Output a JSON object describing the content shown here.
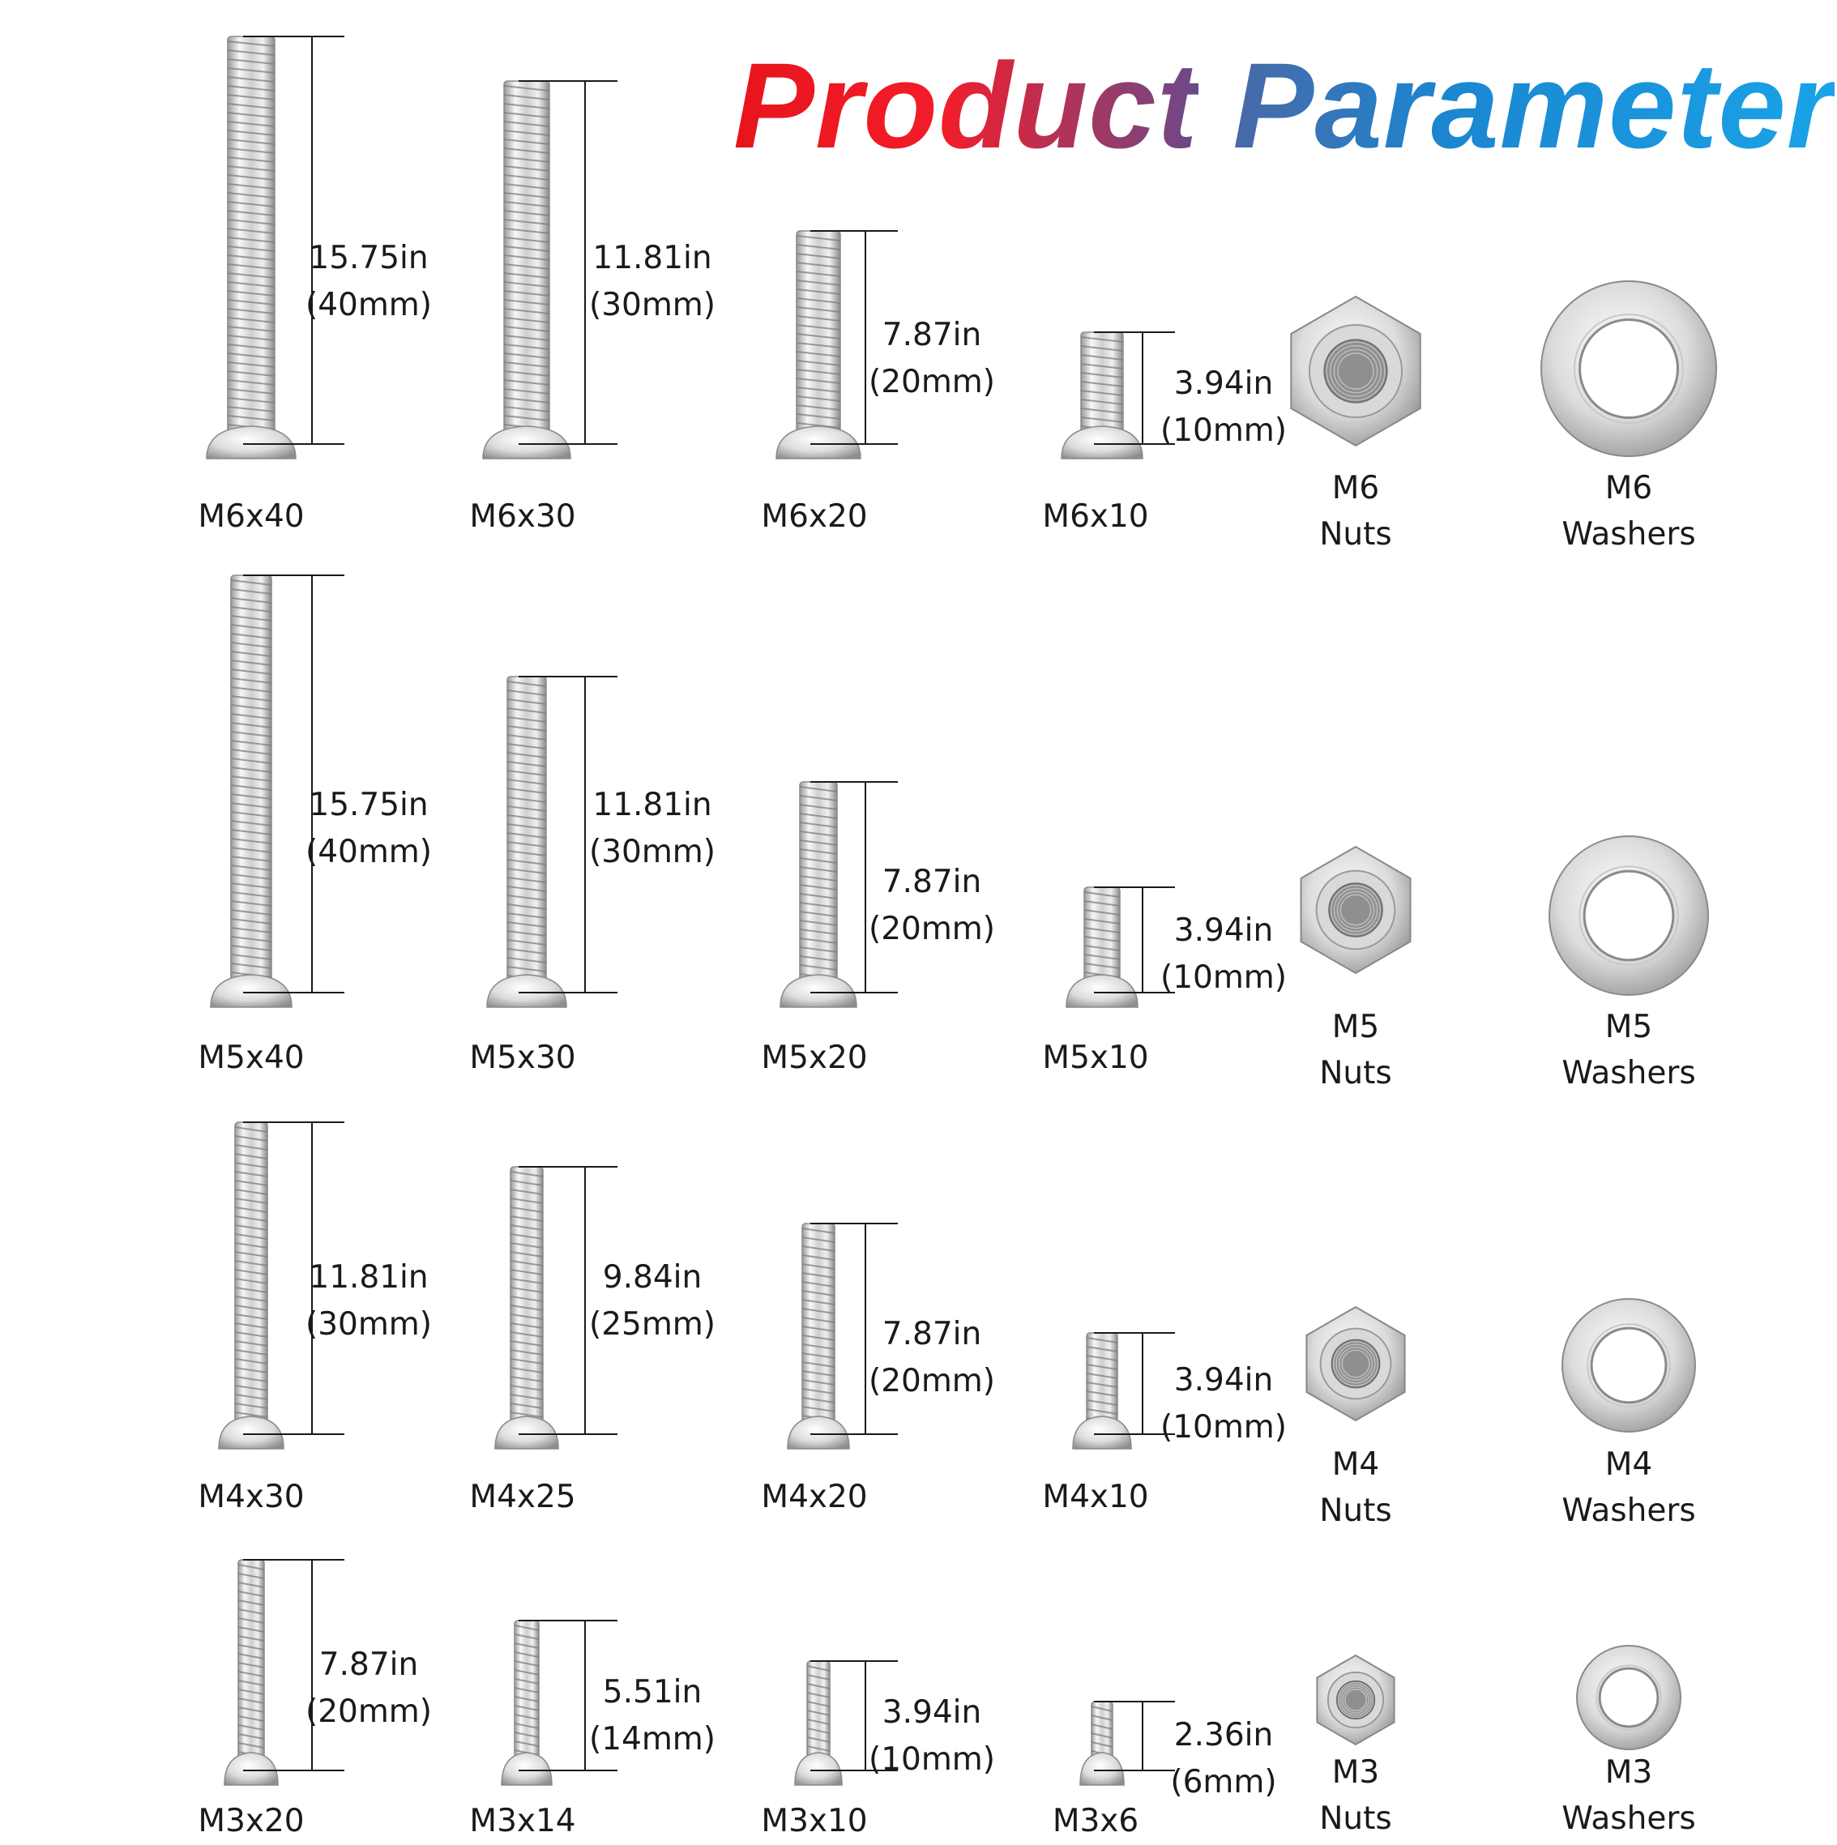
{
  "title": {
    "word1": "Product",
    "word2": "Parameter"
  },
  "colors": {
    "steel_light": "#f3f3f3",
    "steel_dark": "#8d8d8d",
    "line": "#1a1a1a",
    "title_red": "#e8141c",
    "title_blue": "#19a3e8"
  },
  "rows": [
    {
      "size": "M6",
      "screws": [
        {
          "label": "M6x40",
          "inch": "15.75in",
          "mm": "(40mm)"
        },
        {
          "label": "M6x30",
          "inch": "11.81in",
          "mm": "(30mm)"
        },
        {
          "label": "M6x20",
          "inch": "7.87in",
          "mm": "(20mm)"
        },
        {
          "label": "M6x10",
          "inch": "3.94in",
          "mm": "(10mm)"
        }
      ],
      "nut": {
        "size": "M6",
        "name": "Nuts"
      },
      "washer": {
        "size": "M6",
        "name": "Washers"
      }
    },
    {
      "size": "M5",
      "screws": [
        {
          "label": "M5x40",
          "inch": "15.75in",
          "mm": "(40mm)"
        },
        {
          "label": "M5x30",
          "inch": "11.81in",
          "mm": "(30mm)"
        },
        {
          "label": "M5x20",
          "inch": "7.87in",
          "mm": "(20mm)"
        },
        {
          "label": "M5x10",
          "inch": "3.94in",
          "mm": "(10mm)"
        }
      ],
      "nut": {
        "size": "M5",
        "name": "Nuts"
      },
      "washer": {
        "size": "M5",
        "name": "Washers"
      }
    },
    {
      "size": "M4",
      "screws": [
        {
          "label": "M4x30",
          "inch": "11.81in",
          "mm": "(30mm)"
        },
        {
          "label": "M4x25",
          "inch": "9.84in",
          "mm": "(25mm)"
        },
        {
          "label": "M4x20",
          "inch": "7.87in",
          "mm": "(20mm)"
        },
        {
          "label": "M4x10",
          "inch": "3.94in",
          "mm": "(10mm)"
        }
      ],
      "nut": {
        "size": "M4",
        "name": "Nuts"
      },
      "washer": {
        "size": "M4",
        "name": "Washers"
      }
    },
    {
      "size": "M3",
      "screws": [
        {
          "label": "M3x20",
          "inch": "7.87in",
          "mm": "(20mm)"
        },
        {
          "label": "M3x14",
          "inch": "5.51in",
          "mm": "(14mm)"
        },
        {
          "label": "M3x10",
          "inch": "3.94in",
          "mm": "(10mm)"
        },
        {
          "label": "M3x6",
          "inch": "2.36in",
          "mm": "(6mm)"
        }
      ],
      "nut": {
        "size": "M3",
        "name": "Nuts"
      },
      "washer": {
        "size": "M3",
        "name": "Washers"
      }
    }
  ]
}
